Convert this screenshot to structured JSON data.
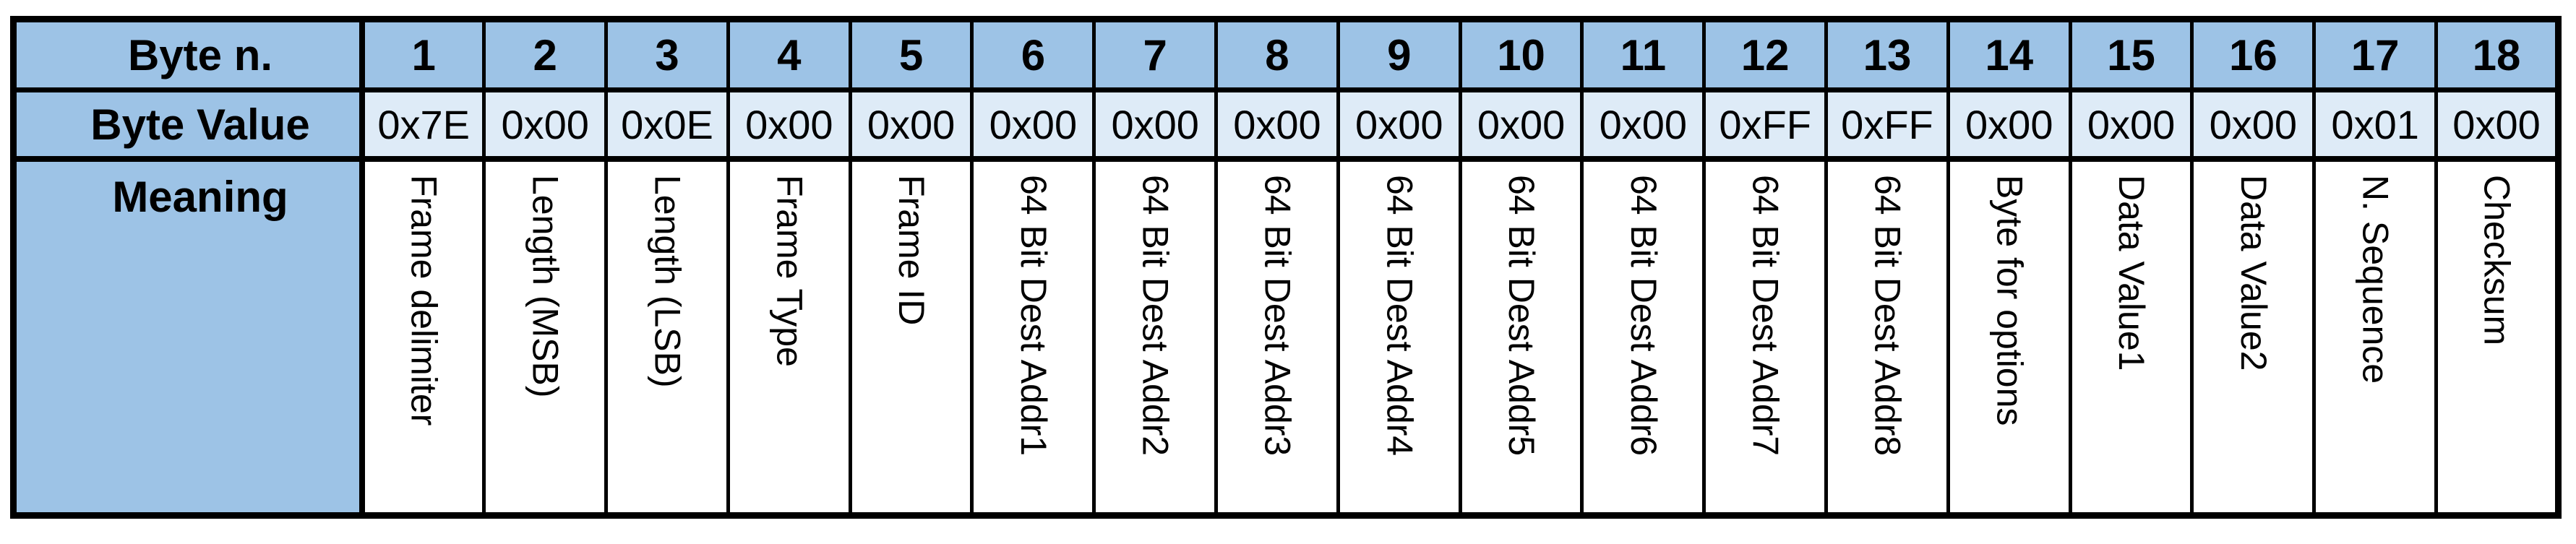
{
  "table": {
    "row_headers": [
      "Byte n.",
      "Byte Value",
      "Meaning"
    ],
    "columns": [
      {
        "n": "1",
        "value": "0x7E",
        "meaning": "Frame delimiter"
      },
      {
        "n": "2",
        "value": "0x00",
        "meaning": "Length (MSB)"
      },
      {
        "n": "3",
        "value": "0x0E",
        "meaning": "Length (LSB)"
      },
      {
        "n": "4",
        "value": "0x00",
        "meaning": "Frame Type"
      },
      {
        "n": "5",
        "value": "0x00",
        "meaning": "Frame ID"
      },
      {
        "n": "6",
        "value": "0x00",
        "meaning": "64 Bit Dest Addr1"
      },
      {
        "n": "7",
        "value": "0x00",
        "meaning": "64 Bit Dest Addr2"
      },
      {
        "n": "8",
        "value": "0x00",
        "meaning": "64 Bit Dest Addr3"
      },
      {
        "n": "9",
        "value": "0x00",
        "meaning": "64 Bit Dest Addr4"
      },
      {
        "n": "10",
        "value": "0x00",
        "meaning": "64 Bit Dest Addr5"
      },
      {
        "n": "11",
        "value": "0x00",
        "meaning": "64 Bit Dest Addr6"
      },
      {
        "n": "12",
        "value": "0xFF",
        "meaning": "64 Bit Dest Addr7"
      },
      {
        "n": "13",
        "value": "0xFF",
        "meaning": "64 Bit Dest Addr8"
      },
      {
        "n": "14",
        "value": "0x00",
        "meaning": "Byte for options"
      },
      {
        "n": "15",
        "value": "0x00",
        "meaning": "Data Value1"
      },
      {
        "n": "16",
        "value": "0x00",
        "meaning": "Data Value2"
      },
      {
        "n": "17",
        "value": "0x01",
        "meaning": "N. Sequence"
      },
      {
        "n": "18",
        "value": "0x00",
        "meaning": "Checksum"
      }
    ]
  },
  "colors": {
    "header_fill": "#9DC3E6",
    "value_fill": "#DEEBF7",
    "border": "#000000"
  }
}
